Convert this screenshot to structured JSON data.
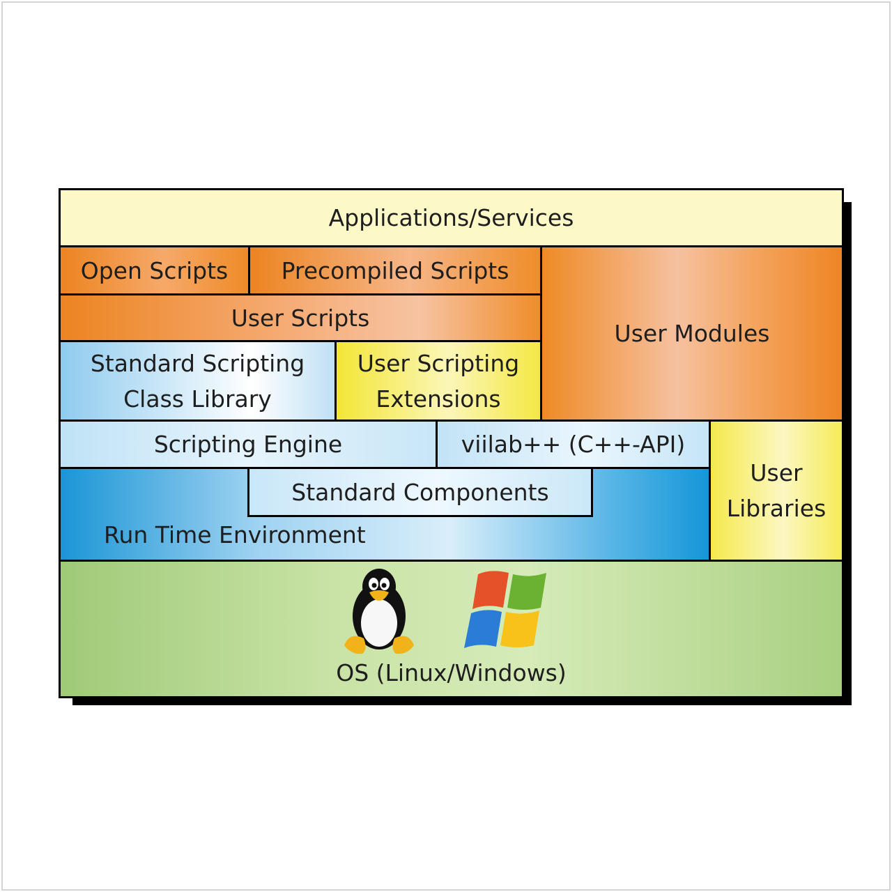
{
  "diagram": {
    "layers": {
      "applications": "Applications/Services",
      "open_scripts": "Open Scripts",
      "precompiled_scripts": "Precompiled Scripts",
      "user_scripts": "User Scripts",
      "user_modules": "User Modules",
      "standard_scripting_class_library": [
        "Standard Scripting",
        "Class Library"
      ],
      "user_scripting_extensions": [
        "User Scripting",
        "Extensions"
      ],
      "scripting_engine": "Scripting Engine",
      "viilab_api": "viilab++ (C++-API)",
      "user_libraries": [
        "User",
        "Libraries"
      ],
      "standard_components": "Standard Components",
      "run_time_environment": "Run Time Environment",
      "os": "OS (Linux/Windows)"
    },
    "icons": [
      "linux-tux-icon",
      "windows-logo-icon"
    ],
    "colors": {
      "applications": "#fdf8c8",
      "scripts_orange": "#ef8a25",
      "modules_orange": "#f4a060",
      "class_library_blue": "#b7dcf3",
      "extensions_yellow": "#f5ea4a",
      "engine_blue": "#c4e4f6",
      "rte_blue": "#1c9ad9",
      "libraries_yellow": "#f6ed5c",
      "os_green": "#a9cf82"
    }
  }
}
